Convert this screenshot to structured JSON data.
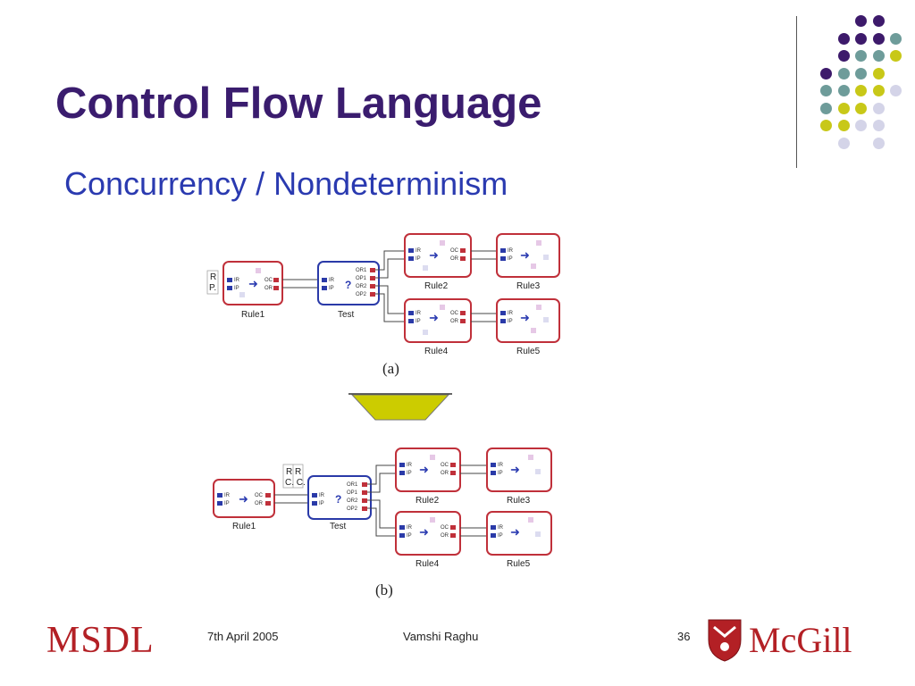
{
  "slide": {
    "title": "Control Flow Language",
    "subtitle": "Concurrency / Nondeterminism"
  },
  "diagram_a": {
    "caption": "(a)",
    "side_label": [
      "R",
      "P."
    ],
    "rules": [
      "Rule1",
      "Test",
      "Rule2",
      "Rule3",
      "Rule4",
      "Rule5"
    ],
    "test_ports": [
      "OR1",
      "OP1",
      "OR2",
      "OP2"
    ],
    "ports_in": [
      "IR",
      "IP"
    ],
    "ports_out": [
      "OC",
      "OR"
    ]
  },
  "diagram_b": {
    "caption": "(b)",
    "side_label": [
      "R R",
      "C. C."
    ],
    "rules": [
      "Rule1",
      "Test",
      "Rule2",
      "Rule3",
      "Rule4",
      "Rule5"
    ],
    "test_ports": [
      "OR1",
      "OP1",
      "OR2",
      "OP2"
    ],
    "ports_in": [
      "IR",
      "IP"
    ],
    "ports_out": [
      "OC",
      "OR"
    ]
  },
  "footer": {
    "left_logo": "MSDL",
    "date": "7th April 2005",
    "author": "Vamshi Raghu",
    "page": "36",
    "right_logo": "McGill"
  },
  "colors": {
    "title": "#3a1c6e",
    "subtitle": "#2a3ab0",
    "rule_box": "#c0303a",
    "test_box": "#2a3aa8",
    "transform_arrow": "#cccc00",
    "dot_purple": "#3d1a6b",
    "dot_teal": "#6e9c9a",
    "dot_yellow": "#c8c818",
    "dot_lilac": "#d4d4e8"
  }
}
